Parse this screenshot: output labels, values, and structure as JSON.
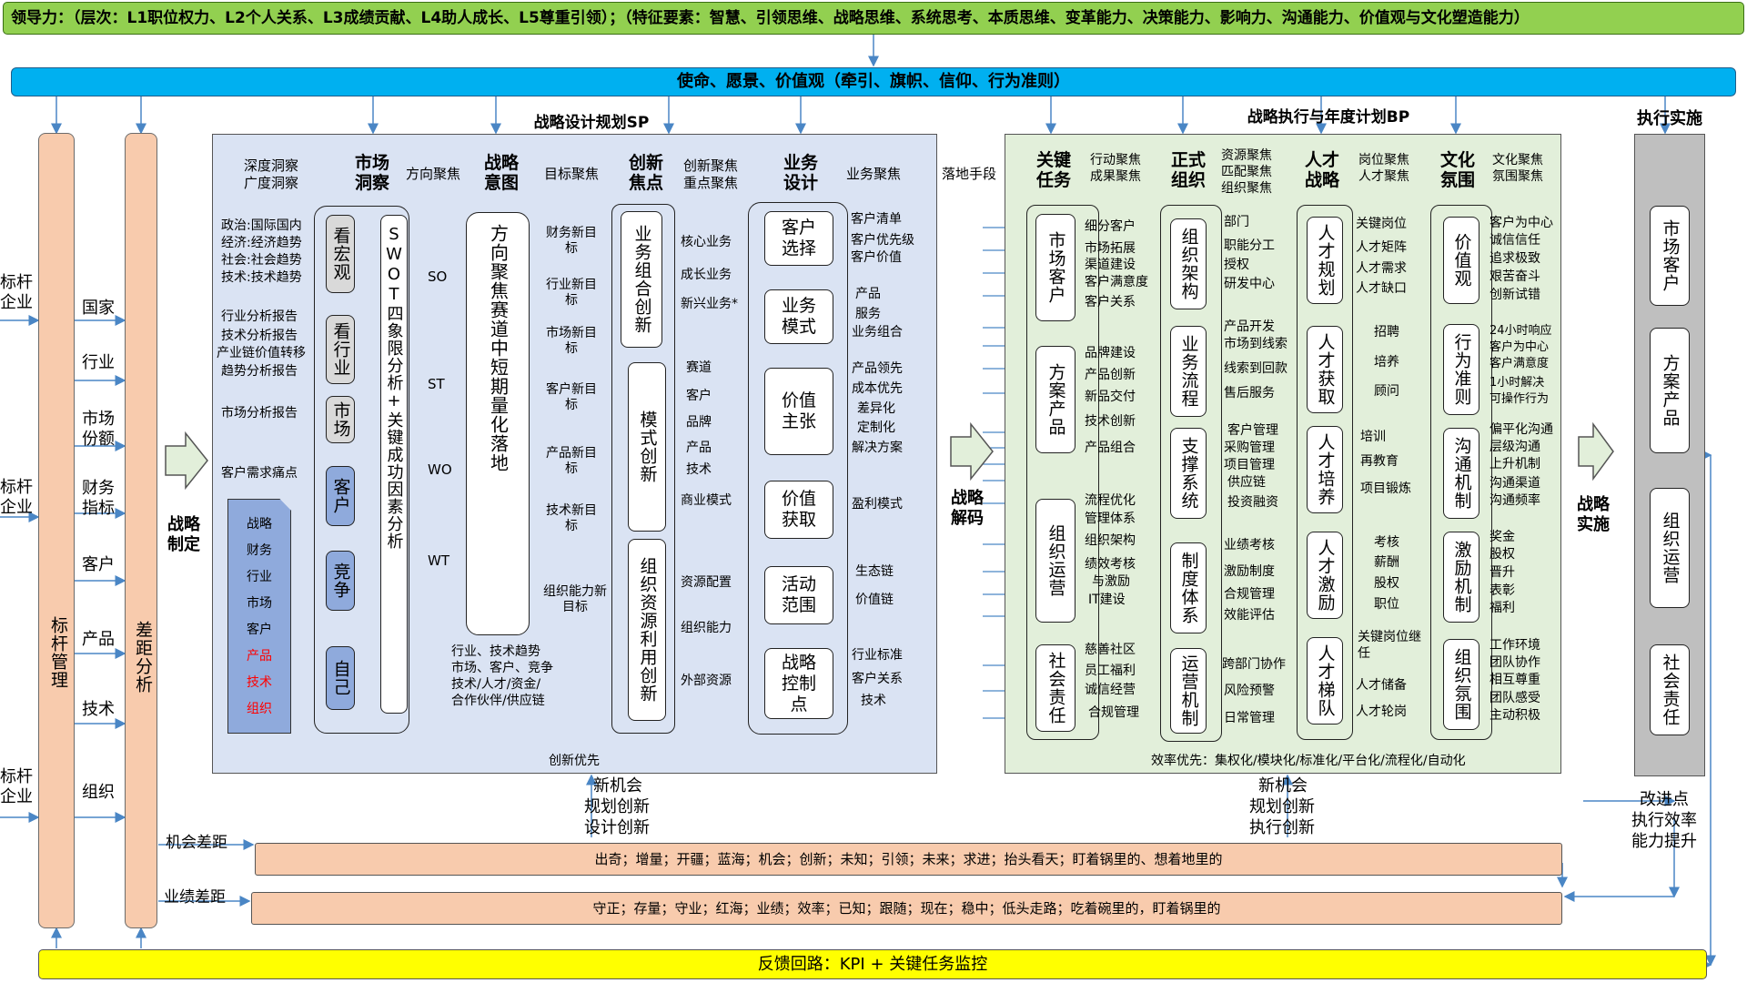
{
  "top_banner": "领导力：（层次：L1职位权力、L2个人关系、L3成绩贡献、L4助人成长、L5尊重引领）；（特征要素：智慧、引领思维、战略思维、系统思考、本质思维、变革能力、决策能力、影响力、沟通能力、价值观与文化塑造能力）",
  "mission_banner": "使命、愿景、价值观（牵引、旗帜、信仰、行为准则）",
  "left": {
    "benchmark_labels": [
      "标杆企业",
      "标杆企业",
      "标杆企业"
    ],
    "dimension_labels": [
      "国家",
      "行业",
      "市场份额",
      "财务指标",
      "客户",
      "产品",
      "技术",
      "组织"
    ],
    "benchmark_mgmt": "标杆管理",
    "gap_analysis": "差距分析",
    "strategy_formulation": "战略制定"
  },
  "sp": {
    "title": "战略设计规划SP",
    "insight_top": "深度洞察",
    "insight_bottom": "广度洞察",
    "headers": [
      "市场洞察",
      "战略意图",
      "创新焦点",
      "业务设计"
    ],
    "focus_labels": [
      "方向聚焦",
      "目标聚焦"
    ],
    "innov_focus_top": "创新聚焦",
    "innov_focus_bottom": "重点聚焦",
    "biz_focus": "业务聚焦",
    "landing": "落地手段",
    "inputs": [
      "政治:国际国内",
      "经济:经济趋势",
      "社会:社会趋势",
      "技术:技术趋势",
      "行业分析报告",
      "技术分析报告",
      "产业链价值转移",
      "趋势分析报告",
      "市场分析报告",
      "客户需求痛点"
    ],
    "look_boxes": [
      "看宏观",
      "看行业",
      "市场",
      "客户",
      "竞争",
      "自己"
    ],
    "doc_items": [
      "战略",
      "财务",
      "行业",
      "市场",
      "客户",
      "产品",
      "技术",
      "组织"
    ],
    "swot": "SWOT四象限分析+关键成功因素分析",
    "swot_labels": [
      "SO",
      "ST",
      "WO",
      "WT"
    ],
    "intent_box": "方向聚焦赛道中短期量化落地",
    "targets": [
      "财务新目标",
      "行业新目标",
      "市场新目标",
      "客户新目标",
      "产品新目标",
      "技术新目标",
      "组织能力新目标"
    ],
    "bottom_inputs": [
      "行业、技术趋势",
      "市场、客户、竞争",
      "技术/人才/资金/",
      "合作伙伴/供应链"
    ],
    "innov_boxes": [
      "业务组合创新",
      "模式创新",
      "组织资源利用创新"
    ],
    "innov_labels": [
      "核心业务",
      "成长业务",
      "新兴业务*",
      "赛道",
      "客户",
      "品牌",
      "产品",
      "技术",
      "商业模式",
      "资源配置",
      "组织能力",
      "外部资源"
    ],
    "design_boxes": [
      "客户选择",
      "业务模式",
      "价值主张",
      "价值获取",
      "活动范围",
      "战略控制点"
    ],
    "outputs": [
      "客户清单",
      "客户优先级",
      "客户价值",
      "产品",
      "服务",
      "业务组合",
      "产品领先",
      "成本优先",
      "差异化",
      "定制化",
      "解决方案",
      "盈利模式",
      "生态链",
      "价值链",
      "行业标准",
      "客户关系",
      "技术"
    ],
    "bottom_label": "创新优先"
  },
  "decode_label": "战略解码",
  "bp": {
    "title": "战略执行与年度计划BP",
    "headers": [
      "关键任务",
      "正式组织",
      "人才战略",
      "文化氛围"
    ],
    "focus_pairs": [
      [
        "行动聚焦",
        "成果聚焦"
      ],
      [
        "资源聚焦",
        "匹配聚焦",
        "组织聚焦"
      ],
      [
        "岗位聚焦",
        "人才聚焦"
      ],
      [
        "文化聚焦",
        "氛围聚焦"
      ]
    ],
    "task_boxes": [
      "市场客户",
      "方案产品",
      "组织运营",
      "社会责任"
    ],
    "task_labels": [
      "细分客户",
      "市场拓展",
      "渠道建设",
      "客户满意度",
      "客户关系",
      "品牌建设",
      "产品创新",
      "新品交付",
      "技术创新",
      "产品组合",
      "流程优化",
      "管理体系",
      "组织架构",
      "绩效考核",
      "与激励",
      "IT建设",
      "慈善社区",
      "员工福利",
      "诚信经营",
      "合规管理"
    ],
    "org_boxes": [
      "组织架构",
      "业务流程",
      "支撑系统",
      "制度体系",
      "运营机制"
    ],
    "org_labels": [
      "部门",
      "职能分工",
      "授权",
      "研发中心",
      "产品开发",
      "市场到线索",
      "线索到回款",
      "售后服务",
      "客户管理",
      "采购管理",
      "项目管理",
      "供应链",
      "投资融资",
      "业绩考核",
      "激励制度",
      "合规管理",
      "效能评估",
      "跨部门协作",
      "风险预警",
      "日常管理"
    ],
    "talent_boxes": [
      "人才规划",
      "人才获取",
      "人才培养",
      "人才激励",
      "人才梯队"
    ],
    "talent_labels": [
      "关键岗位",
      "人才矩阵",
      "人才需求",
      "人才缺口",
      "招聘",
      "培养",
      "顾问",
      "培训",
      "再教育",
      "项目锻炼",
      "考核",
      "薪酬",
      "股权",
      "职位",
      "关键岗位继任",
      "人才储备",
      "人才轮岗"
    ],
    "culture_boxes": [
      "价值观",
      "行为准则",
      "沟通机制",
      "激励机制",
      "组织氛围"
    ],
    "culture_labels": [
      "客户为中心",
      "诚信信任",
      "追求极致",
      "艰苦奋斗",
      "创新试错",
      "24小时响应",
      "客户为中心",
      "客户满意度",
      "1小时解决",
      "可操作行为",
      "偏平化沟通",
      "层级沟通",
      "上升机制",
      "沟通渠道",
      "沟通频率",
      "奖金",
      "股权",
      "晋升",
      "表彰",
      "福利",
      "工作环境",
      "团队协作",
      "相互尊重",
      "团队感受",
      "主动积极"
    ],
    "bottom_label": "效率优先：集权化/模块化/标准化/平台化/流程化/自动化"
  },
  "exec": {
    "title": "执行实施",
    "arrow_label": "战略实施",
    "boxes": [
      "市场客户",
      "方案产品",
      "组织运营",
      "社会责任"
    ],
    "improve": [
      "改进点",
      "执行效率",
      "能力提升"
    ]
  },
  "innovation_notes": [
    "新机会",
    "规划创新",
    "设计创新"
  ],
  "execution_notes": [
    "新机会",
    "规划创新",
    "执行创新"
  ],
  "opportunity_gap": {
    "label": "机会差距",
    "text": "出奇；增量；开疆；蓝海；机会；创新；未知；引领；未来；求进；抬头看天；盯着锅里的、想着地里的"
  },
  "performance_gap": {
    "label": "业绩差距",
    "text": "守正；存量；守业；红海；业绩；效率；已知；跟随；现在；稳中；低头走路；吃着碗里的，盯着锅里的"
  },
  "feedback": "反馈回路：KPI + 关键任务监控",
  "colors": {
    "green": "#92d050",
    "blue": "#00b0f0",
    "salmon": "#f8cbad",
    "sp_panel": "#dae3f3",
    "bp_panel": "#e2efda",
    "box_blue": "#8faadc",
    "yellow": "#ffff00",
    "red_text": "#ff0000"
  }
}
